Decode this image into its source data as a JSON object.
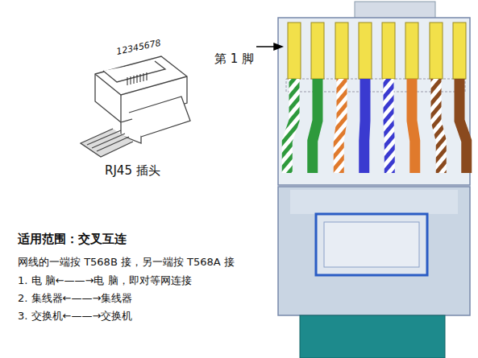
{
  "diagram": {
    "labels": [
      "12345678",
      "RJ45 插头",
      "第 1 脚",
      "适用范围：交叉互连",
      "网线的一端按 T568B 接，另一端按 T568A 接",
      "1. 电 脑←——→电 脑，即对等网连接",
      "2. 集线器←——→集线器",
      "3. 交换机←——→交换机"
    ]
  }
}
